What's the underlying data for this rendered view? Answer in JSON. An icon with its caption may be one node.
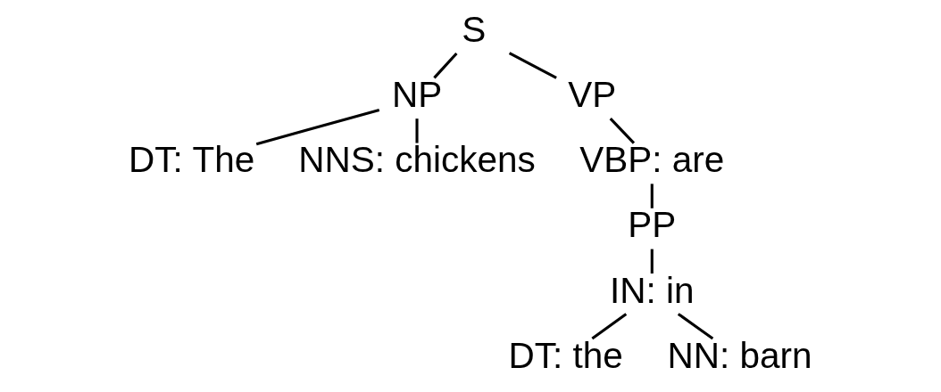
{
  "diagram": {
    "nodes": [
      {
        "text": [
          "S"
        ]
      },
      {
        "text": [
          "NP"
        ]
      },
      {
        "text": [
          "VP"
        ]
      },
      {
        "text": [
          "DT: The"
        ]
      },
      {
        "text": [
          "NNS: chickens"
        ]
      },
      {
        "text": [
          "VBP: are"
        ]
      },
      {
        "text": [
          "PP"
        ]
      },
      {
        "text": [
          "IN: in"
        ]
      },
      {
        "text": [
          "DT: the"
        ]
      },
      {
        "text": [
          "NN: barn"
        ]
      }
    ],
    "edges": [
      {
        "from": 0,
        "to": 1,
        "arrow": "none"
      },
      {
        "from": 0,
        "to": 2,
        "arrow": "none"
      },
      {
        "from": 1,
        "to": 3,
        "arrow": "none"
      },
      {
        "from": 1,
        "to": 4,
        "arrow": "none"
      },
      {
        "from": 2,
        "to": 5,
        "arrow": "none"
      },
      {
        "from": 5,
        "to": 6,
        "arrow": "none"
      },
      {
        "from": 6,
        "to": 7,
        "arrow": "none"
      },
      {
        "from": 7,
        "to": 8,
        "arrow": "none"
      },
      {
        "from": 7,
        "to": 9,
        "arrow": "none"
      }
    ]
  }
}
